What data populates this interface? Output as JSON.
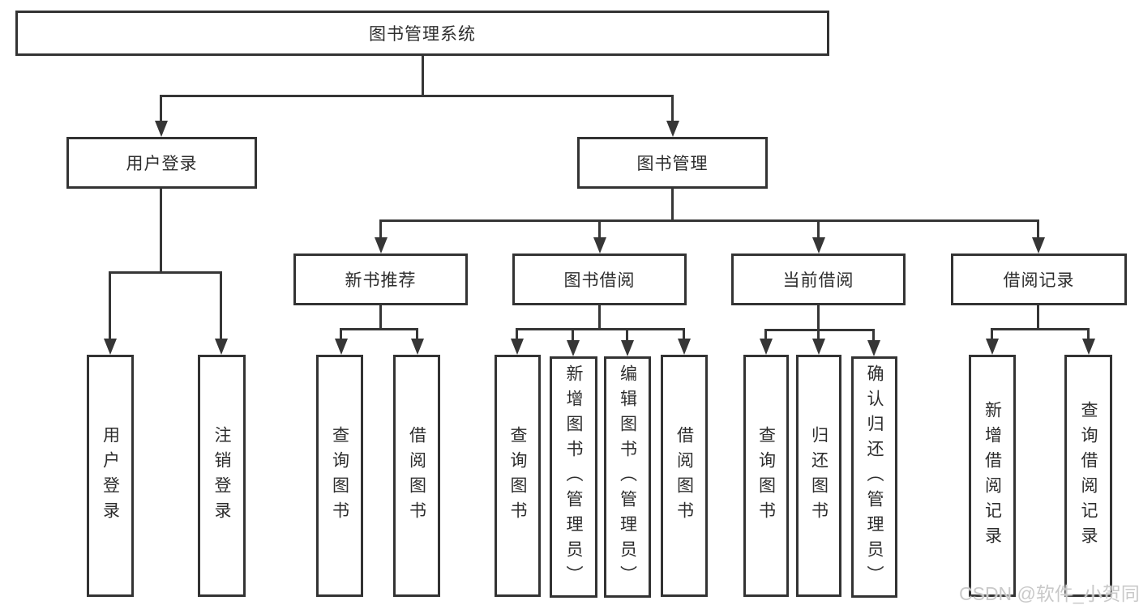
{
  "diagram": {
    "root": {
      "label": "图书管理系统"
    },
    "branches": [
      {
        "label": "用户登录",
        "children": [
          {
            "label": "用户登录"
          },
          {
            "label": "注销登录"
          }
        ]
      },
      {
        "label": "图书管理",
        "children": [
          {
            "label": "新书推荐",
            "children": [
              {
                "label": "查询图书"
              },
              {
                "label": "借阅图书"
              }
            ]
          },
          {
            "label": "图书借阅",
            "children": [
              {
                "label": "查询图书"
              },
              {
                "label": "新增图书（管理员）"
              },
              {
                "label": "编辑图书（管理员）"
              },
              {
                "label": "借阅图书"
              }
            ]
          },
          {
            "label": "当前借阅",
            "children": [
              {
                "label": "查询图书"
              },
              {
                "label": "归还图书"
              },
              {
                "label": "确认归还（管理员）"
              }
            ]
          },
          {
            "label": "借阅记录",
            "children": [
              {
                "label": "新增借阅记录"
              },
              {
                "label": "查询借阅记录"
              }
            ]
          }
        ]
      }
    ]
  },
  "watermark": "CSDN @软件_小贺同学",
  "colors": {
    "line": "#363636",
    "box_border": "#333333",
    "box_background": "#ffffff",
    "text": "#2d2d2d",
    "watermark": "#c9c9c9",
    "background": "#ffffff"
  }
}
